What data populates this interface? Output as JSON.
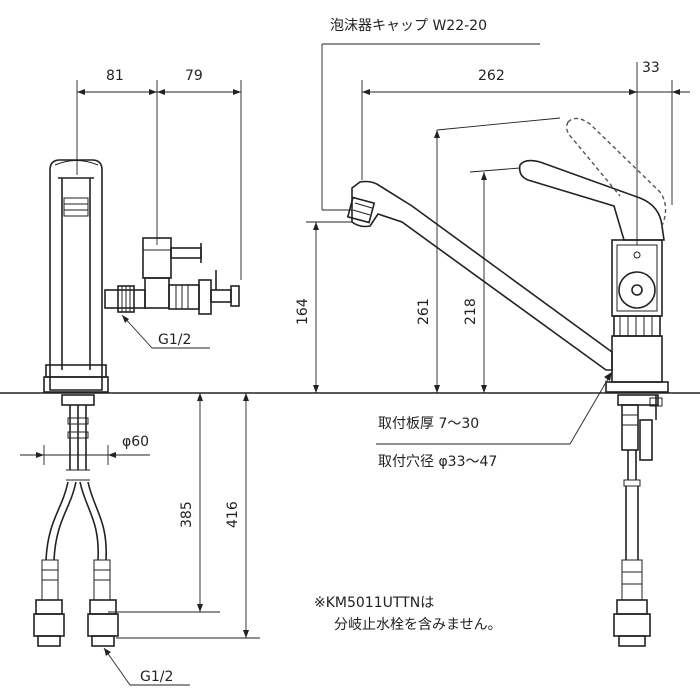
{
  "labels": {
    "aerator_cap": "泡沫器キャップ W22-20",
    "dim_81": "81",
    "dim_79": "79",
    "dim_262": "262",
    "dim_33": "33",
    "dim_164": "164",
    "dim_261": "261",
    "dim_218": "218",
    "dim_385": "385",
    "dim_416": "416",
    "phi60": "φ60",
    "g12_side": "G1/2",
    "g12_bottom": "G1/2",
    "plate_thickness": "取付板厚 7～30",
    "hole_diameter": "取付穴径 φ33～47",
    "note_line1": "※KM5011UTTNは",
    "note_line2": "分岐止水栓を含みません。"
  }
}
